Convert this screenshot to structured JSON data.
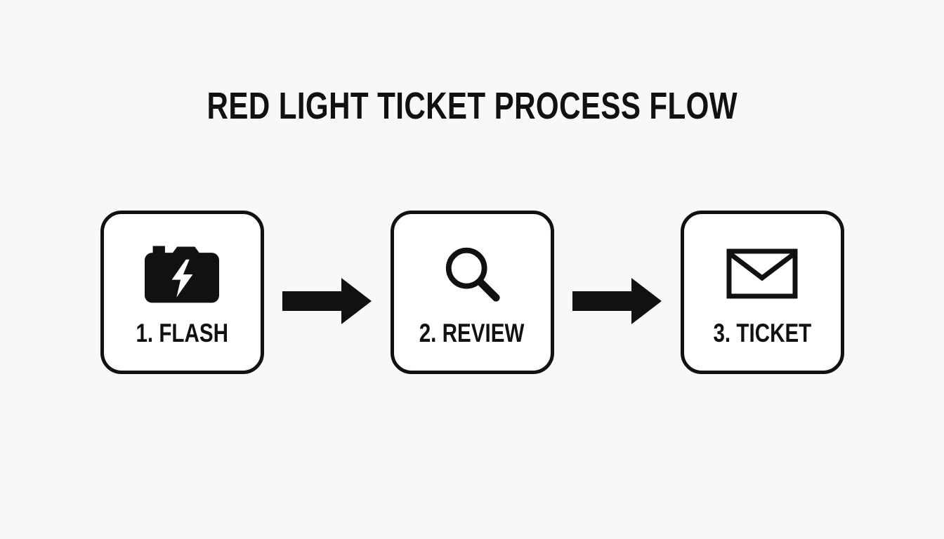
{
  "title": "RED LIGHT TICKET PROCESS FLOW",
  "steps": [
    {
      "label": "1. FLASH",
      "icon": "camera-flash-icon"
    },
    {
      "label": "2. REVIEW",
      "icon": "magnifying-glass-icon"
    },
    {
      "label": "3. TICKET",
      "icon": "envelope-icon"
    }
  ],
  "colors": {
    "foreground": "#111111",
    "background": "#f8f8f6",
    "box_background": "#ffffff"
  }
}
